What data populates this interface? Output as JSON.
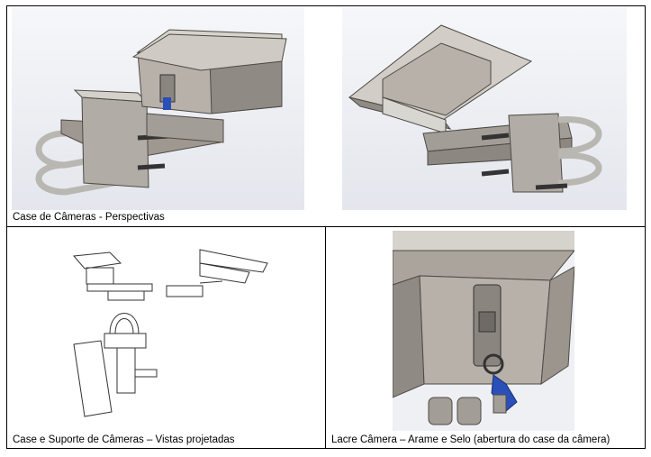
{
  "captions": {
    "perspectives": "Case de Câmeras - Perspectivas",
    "projected_views": "Case e Suporte de Câmeras – Vistas projetadas",
    "seal": "Lacre Câmera – Arame e Selo (abertura do case da câmera)"
  },
  "colors": {
    "border": "#000000",
    "render_bg": "#eef0f4",
    "metal_light": "#c9c4bd",
    "metal_mid": "#9e9891",
    "metal_dark": "#6f6a65",
    "seal_blue": "#2a4fb8"
  },
  "figures": [
    {
      "name": "camera-case-perspective-front",
      "icon": "camera-case-render"
    },
    {
      "name": "camera-case-perspective-rear",
      "icon": "camera-case-render"
    },
    {
      "name": "camera-case-projected-views",
      "icon": "line-drawing"
    },
    {
      "name": "camera-case-seal-closeup",
      "icon": "seal-render"
    }
  ]
}
